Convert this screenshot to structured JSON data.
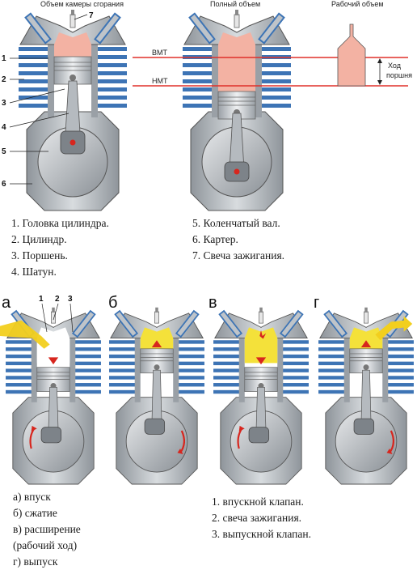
{
  "top": {
    "label_combustion": "Объем камеры сгорания",
    "label_total": "Полный объем",
    "label_working": "Рабочий объем",
    "label_bmt": "ВМТ",
    "label_nmt": "НМТ",
    "label_stroke_1": "Ход",
    "label_stroke_2": "поршня",
    "callouts": [
      "1",
      "2",
      "3",
      "4",
      "5",
      "6",
      "7"
    ]
  },
  "legend_top_left": [
    "1. Головка цилиндра.",
    "2. Цилиндр.",
    "3. Поршень.",
    "4. Шатун."
  ],
  "legend_top_right": [
    "5. Коленчатый вал.",
    "6. Картер.",
    "7. Свеча зажигания."
  ],
  "bottom": {
    "panel_letters": [
      "а",
      "б",
      "в",
      "г"
    ],
    "panel_a_callouts": [
      "1",
      "2",
      "3"
    ]
  },
  "legend_bottom_left": [
    "а) впуск",
    "б) сжатие",
    "в) расширение",
    "(рабочий ход)",
    "г) выпуск"
  ],
  "legend_bottom_right": [
    "1. впускной клапан.",
    "2. свеча зажигания.",
    "3. выпускной клапан."
  ],
  "colors": {
    "block": "#b9bec3",
    "fins": "#3d74b5",
    "chamber_pink": "#f3b2a3",
    "chamber_yellow": "#f4e13a",
    "intake_yellow": "#f2cf1e",
    "arrow_red": "#d7261e",
    "line_red": "#e0302a"
  }
}
